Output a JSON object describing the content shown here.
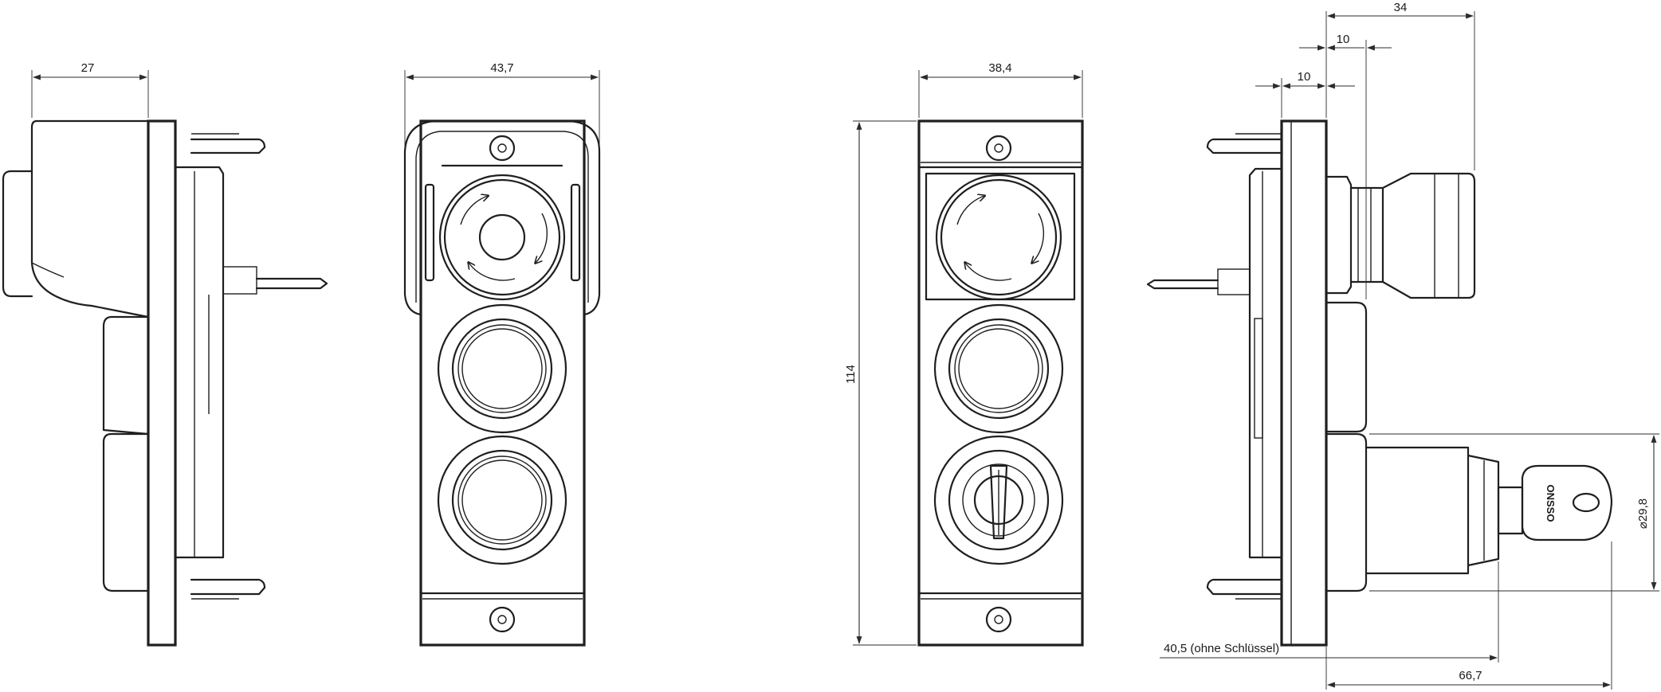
{
  "dimensions": {
    "side_left_depth": "27",
    "front_width_guard": "43,7",
    "front_width": "38,4",
    "height": "114",
    "total_depth": "34",
    "offset_a": "10",
    "offset_b": "10",
    "diameter": "29,8",
    "diameter_symbol": "⌀",
    "depth_without_key": "40,5 (ohne Schlüssel)",
    "depth_with_key": "66,7"
  },
  "key_brand": "ONSSO"
}
